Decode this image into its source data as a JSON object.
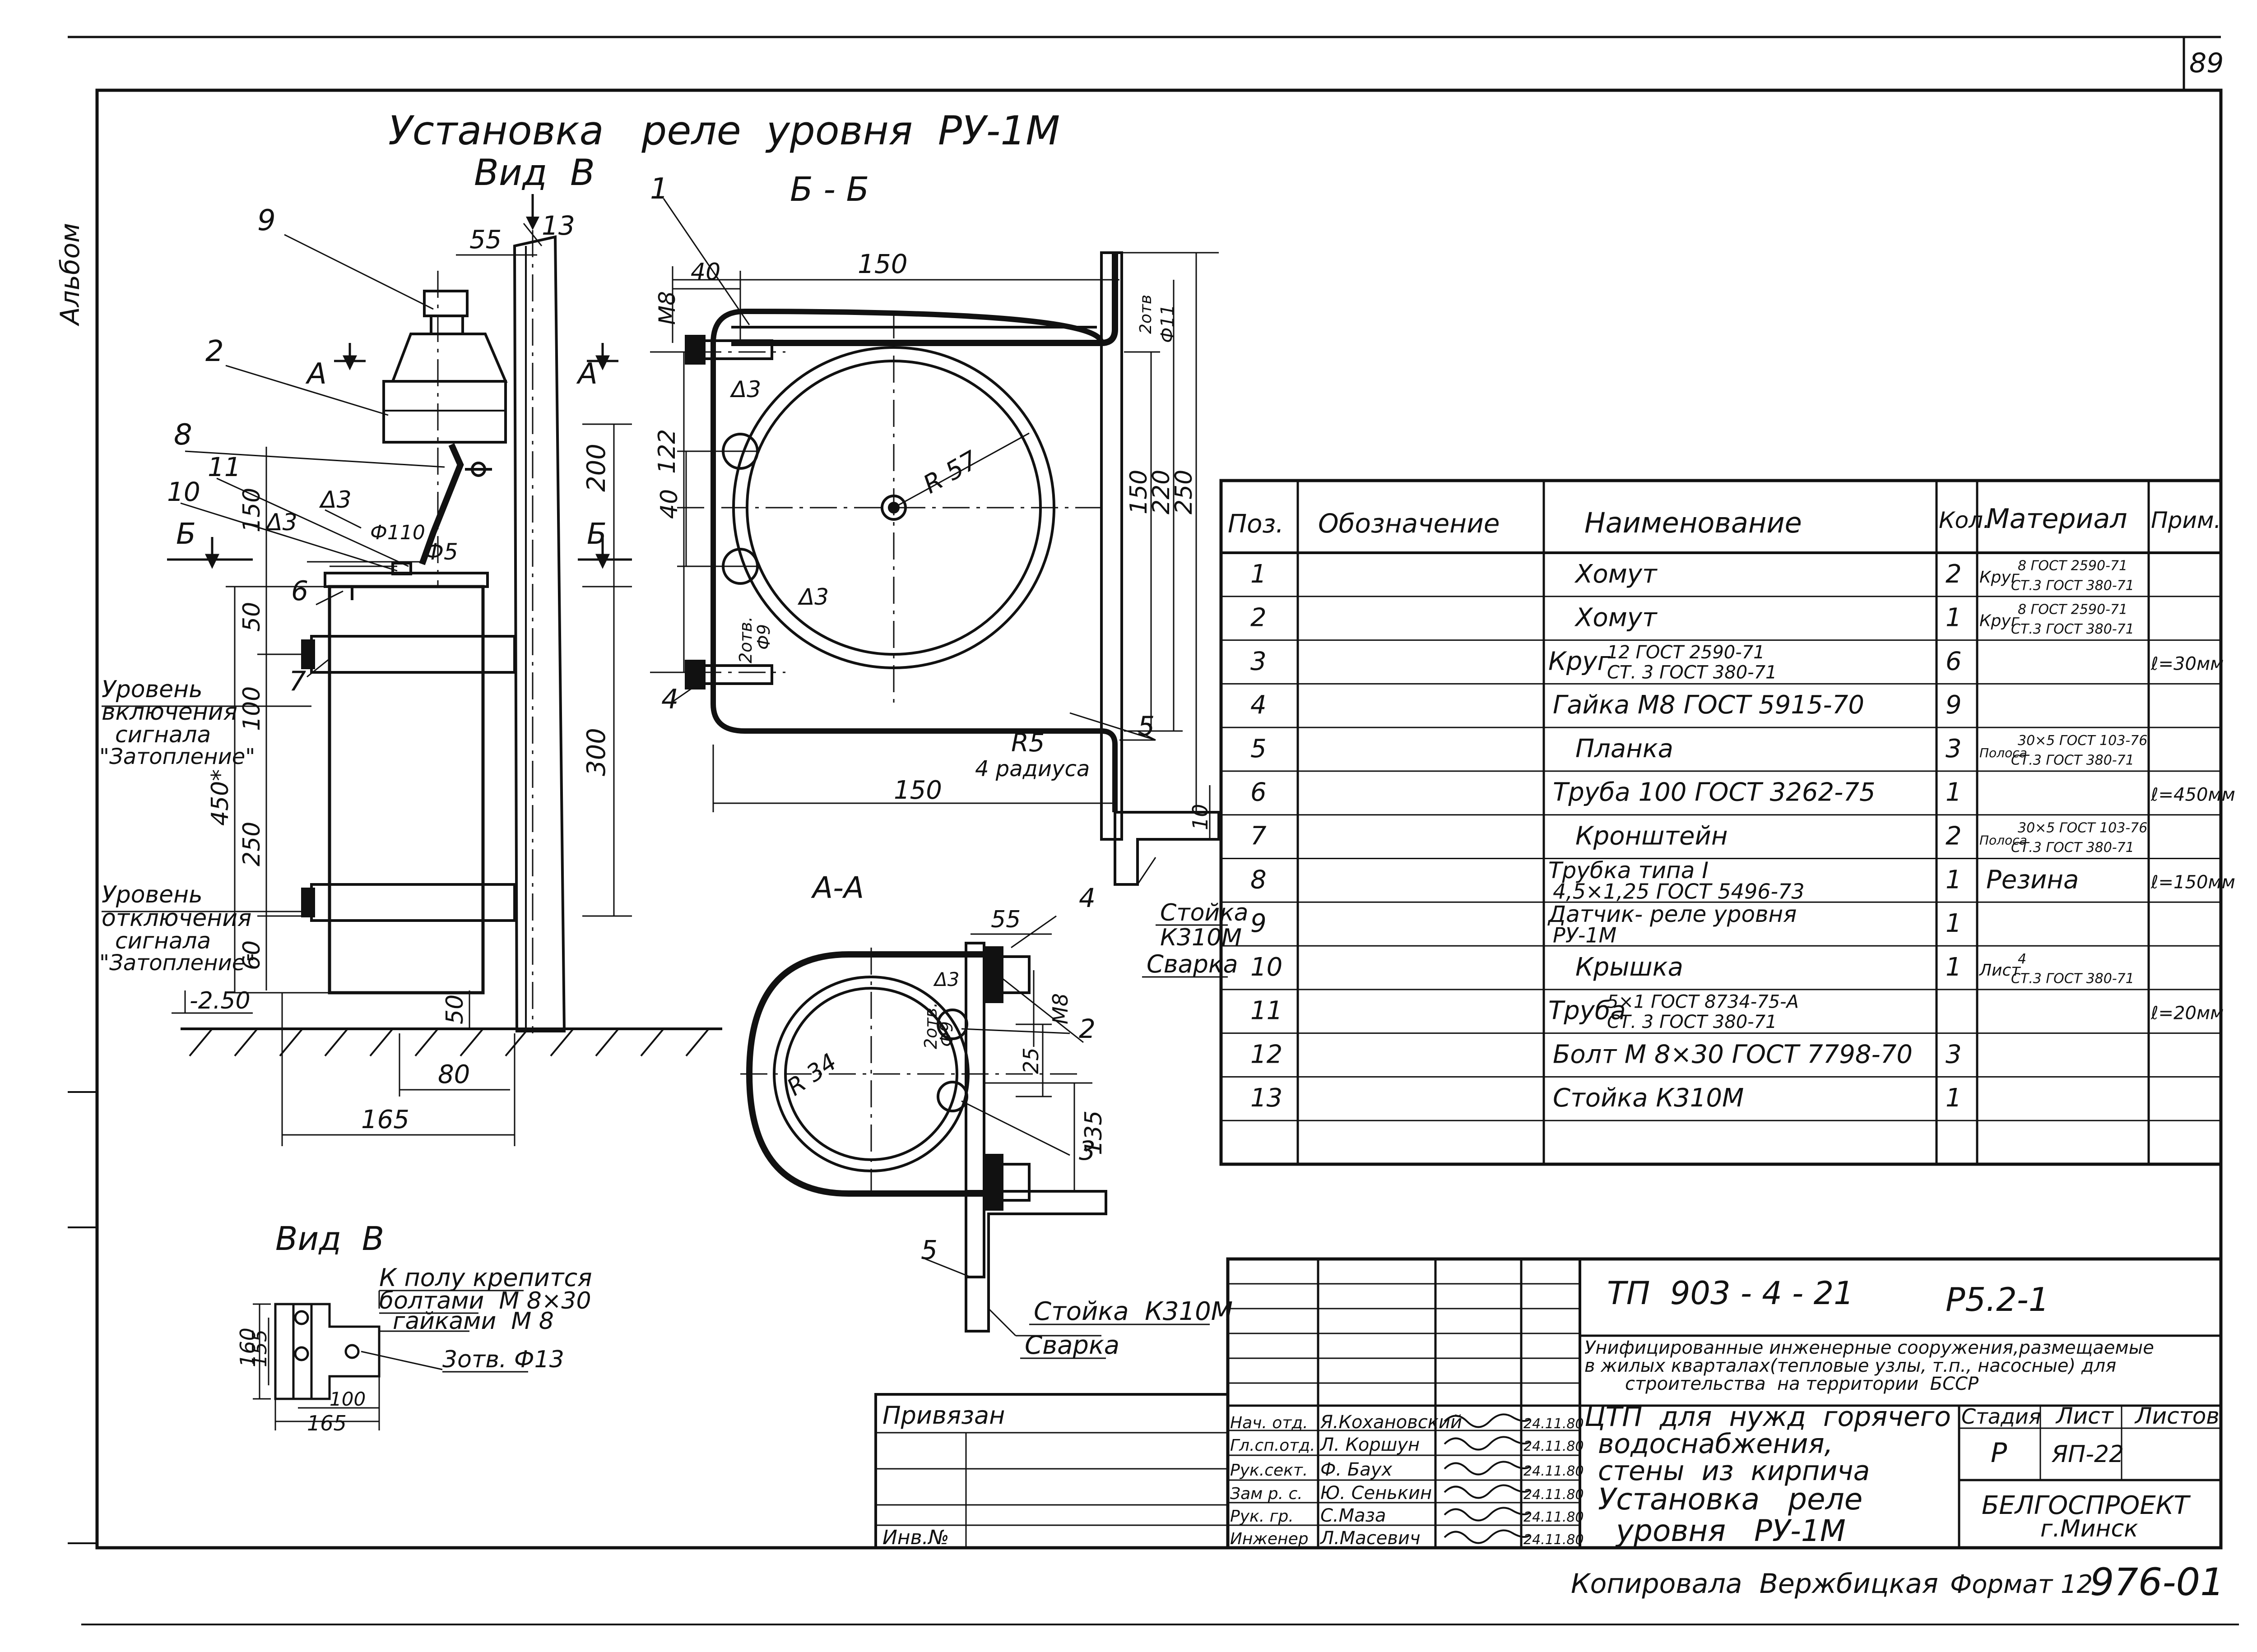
{
  "sheet": {
    "page_number": "89",
    "side_label": "Альбом",
    "main_title": "Установка   реле  уровня  РУ-1М",
    "view_b_top": "Вид  В",
    "section_bb": "Б - Б",
    "section_aa": "А-А",
    "view_b_bottom": "Вид  В",
    "copied_by": "Копировала  Вержбицкая",
    "format": "Формат 12",
    "archive_number": "976-01"
  },
  "left_view": {
    "section_a": "А",
    "section_b": "Б",
    "level_on": [
      "Уровень",
      "включения",
      "сигнала",
      "\"Затопление\""
    ],
    "level_off": [
      "Уровень",
      "отключения",
      "сигнала",
      "\"Затопление\""
    ],
    "level_mark": "-2.50",
    "dims": {
      "d55": "55",
      "d200": "200",
      "d300": "300",
      "d150": "150",
      "d50a": "50",
      "d100": "100",
      "d250": "250",
      "d450": "450*",
      "d60": "60",
      "d50b": "50",
      "d80": "80",
      "d165": "165",
      "phi110": "Ф110",
      "phi5": "Ф5",
      "delta3a": "Δ3",
      "delta3b": "Δ3"
    },
    "callouts": [
      "9",
      "2",
      "8",
      "11",
      "10",
      "6",
      "7",
      "13"
    ]
  },
  "section_bb_view": {
    "dims": {
      "d150top": "150",
      "d40": "40",
      "m8": "М8",
      "d122": "122",
      "d40b": "40",
      "r57": "R 57",
      "delta3a": "Δ3",
      "delta3b": "Δ3",
      "zero": "2отв.",
      "phi9": "Ф9",
      "r5": "R5",
      "radius4": "4 радиуса",
      "d150bot": "150",
      "d150v": "150",
      "d220": "220",
      "d250": "250",
      "phi11": "Ф11",
      "two_holes": "2отв",
      "d10": "10"
    },
    "callouts": [
      "1",
      "4",
      "5"
    ],
    "post_label": [
      "Стойка",
      "К310М"
    ],
    "weld_label": "Сварка"
  },
  "section_aa_view": {
    "dims": {
      "d55": "55",
      "r34": "R 34",
      "delta3": "Δ3",
      "zero": "2отв.",
      "phi9": "Ф9",
      "d25": "25",
      "m8": "М8",
      "d135": "135"
    },
    "callouts": [
      "4",
      "2",
      "3",
      "5"
    ],
    "post_label": "Стойка  К310М",
    "weld_label": "Сварка"
  },
  "view_b_detail": {
    "note": [
      "К полу крепится",
      "болтами  М 8×30",
      "гайками  М 8"
    ],
    "holes": "3отв. Ф13",
    "dims": {
      "d160": "160",
      "d155": "155",
      "d100": "100",
      "d165": "165"
    }
  },
  "spec_table": {
    "headers": [
      "Поз.",
      "Обозначение",
      "Наименование",
      "Кол.",
      "Материал",
      "Прим."
    ],
    "rows": [
      {
        "pos": "1",
        "designation": "",
        "name": "Хомут",
        "qty": "2",
        "material": [
          "Круг",
          "8 ГОСТ 2590-71",
          "СТ.3 ГОСТ 380-71"
        ],
        "note": ""
      },
      {
        "pos": "2",
        "designation": "",
        "name": "Хомут",
        "qty": "1",
        "material": [
          "Круг",
          "8 ГОСТ 2590-71",
          "СТ.3 ГОСТ 380-71"
        ],
        "note": ""
      },
      {
        "pos": "3",
        "designation": "",
        "name": "Круг",
        "name_frac": [
          "12 ГОСТ 2590-71",
          "СТ. 3  ГОСТ 380-71"
        ],
        "qty": "6",
        "material": [],
        "note": "ℓ=30мм"
      },
      {
        "pos": "4",
        "designation": "",
        "name": "Гайка М8 ГОСТ 5915-70",
        "qty": "9",
        "material": [],
        "note": ""
      },
      {
        "pos": "5",
        "designation": "",
        "name": "Планка",
        "qty": "3",
        "material": [
          "Полоса",
          "30×5 ГОСТ 103-76",
          "СТ.3 ГОСТ 380-71"
        ],
        "note": ""
      },
      {
        "pos": "6",
        "designation": "",
        "name": "Труба 100 ГОСТ 3262-75",
        "qty": "1",
        "material": [],
        "note": "ℓ=450мм"
      },
      {
        "pos": "7",
        "designation": "",
        "name": "Кронштейн",
        "qty": "2",
        "material": [
          "Полоса",
          "30×5 ГОСТ 103-76",
          "СТ.3 ГОСТ 380-71"
        ],
        "note": ""
      },
      {
        "pos": "8",
        "designation": "",
        "name": "Трубка  типа  I",
        "name2": "4,5×1,25   ГОСТ 5496-73",
        "qty": "1",
        "material": [
          "Резина"
        ],
        "note": "ℓ=150мм"
      },
      {
        "pos": "9",
        "designation": "",
        "name": "Датчик- реле  уровня",
        "name2": "РУ-1М",
        "qty": "1",
        "material": [],
        "note": ""
      },
      {
        "pos": "10",
        "designation": "",
        "name": "Крышка",
        "qty": "1",
        "material": [
          "Лист",
          "4",
          "СТ.3 ГОСТ 380-71"
        ],
        "note": ""
      },
      {
        "pos": "11",
        "designation": "",
        "name": "Труба",
        "name_frac": [
          "5×1  ГОСТ 8734-75-А",
          "СТ. 3    ГОСТ  380-71"
        ],
        "qty": "",
        "material": [],
        "note": "ℓ=20мм"
      },
      {
        "pos": "12",
        "designation": "",
        "name": "Болт  М 8×30  ГОСТ 7798-70",
        "qty": "3",
        "material": [],
        "note": ""
      },
      {
        "pos": "13",
        "designation": "",
        "name": "Стойка   К310М",
        "qty": "1",
        "material": [],
        "note": ""
      },
      {
        "pos": "",
        "designation": "",
        "name": "",
        "qty": "",
        "material": [],
        "note": ""
      }
    ]
  },
  "title_block": {
    "project": "ТП  903 - 4 - 21",
    "sheet_code": "Р5.2-1",
    "description": [
      "Унифицированные  инженерные сооружения,размещаемые",
      "в жилых кварталах(тепловые узлы, т.п., насосные)  для",
      "строительства  на территории  БССР"
    ],
    "object": [
      "ЦТП  для  нужд  горячего",
      "водоснабжения,",
      "стены  из  кирпича"
    ],
    "drawing_name": [
      "Установка   реле",
      "уровня   РУ-1М"
    ],
    "stage_header": "Стадия",
    "sheet_header": "Лист",
    "sheets_header": "Листов",
    "stage": "Р",
    "sheet_no": "ЯП-22",
    "org": "БЕЛГОСПРОЕКТ",
    "city": "г.Минск",
    "bound_label": "Привязан",
    "inv_label": "Инв.№",
    "signers": [
      {
        "role": "Нач. отд.",
        "name": "Я.Кохановский",
        "date": "24.11.80"
      },
      {
        "role": "Гл.сп.отд.",
        "name": "Л. Коршун",
        "date": "24.11.80"
      },
      {
        "role": "Рук.сект.",
        "name": "Ф. Баух",
        "date": "24.11.80"
      },
      {
        "role": "Зам р. с.",
        "name": "Ю. Сенькин",
        "date": "24.11.80"
      },
      {
        "role": "Рук. гр.",
        "name": "С.Маза",
        "date": "24.11.80"
      },
      {
        "role": "Инженер",
        "name": "Л.Масевич",
        "date": "24.11.80"
      }
    ]
  }
}
